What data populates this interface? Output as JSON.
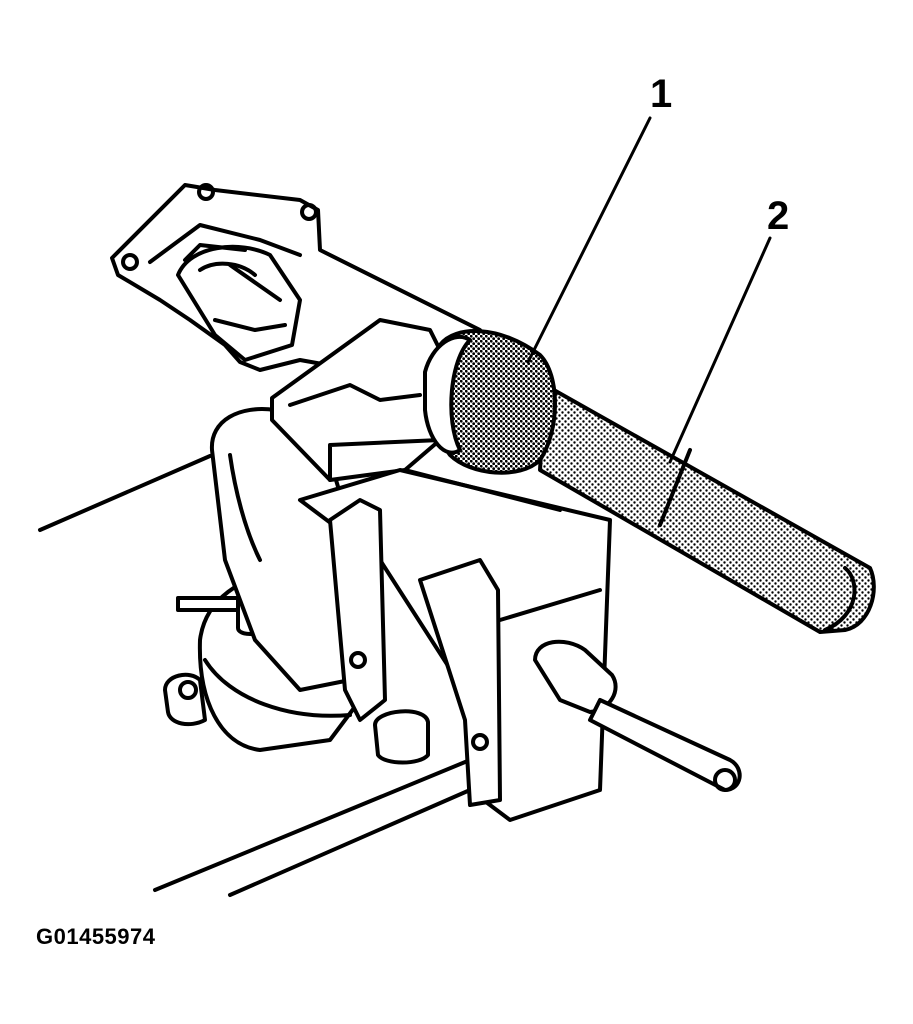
{
  "callouts": [
    {
      "label": "1"
    },
    {
      "label": "2"
    }
  ],
  "figure_id": "G01455974"
}
